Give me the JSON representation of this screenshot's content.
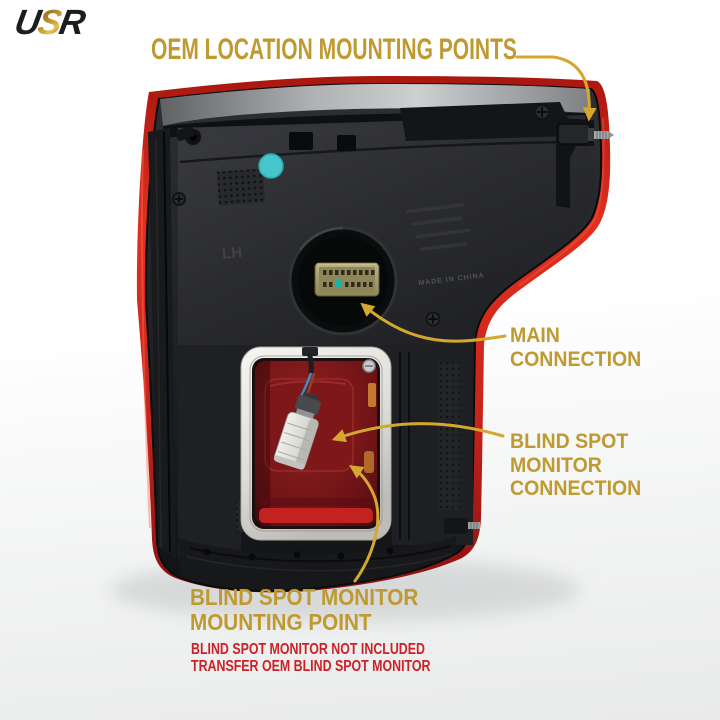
{
  "header": {
    "brand_letters": [
      {
        "char": "U",
        "color": "#1d1d1f"
      },
      {
        "char": "S",
        "color": "#ab8326"
      },
      {
        "char": "R",
        "color": "#1d1d1f"
      }
    ]
  },
  "callouts": {
    "oem_mounting": {
      "label": "OEM LOCATION MOUNTING POINTS",
      "color": "#bf9a31"
    },
    "main_connection": {
      "lines": [
        "MAIN",
        "CONNECTION"
      ],
      "color": "#bf9a31"
    },
    "blind_spot_connection": {
      "lines": [
        "BLIND SPOT",
        "MONITOR",
        "CONNECTION"
      ],
      "color": "#bf9a31"
    },
    "blind_spot_mounting": {
      "lines": [
        "BLIND SPOT MONITOR",
        "MOUNTING POINT"
      ],
      "color": "#bf9a31"
    },
    "disclaimer": {
      "lines": [
        "BLIND SPOT MONITOR NOT INCLUDED",
        "TRANSFER OEM BLIND SPOT MONITOR"
      ],
      "color": "#cb2127"
    }
  },
  "part_markings": {
    "side": "LH",
    "origin": "MADE IN CHINA"
  },
  "colors": {
    "accent_gold": "#bf9a31",
    "arrow_gold": "#d4a72f",
    "warning_red": "#cb2127",
    "lens_red": "#d8281b",
    "teal_dot": "#46c6cb",
    "housing_black": "#1a1b1d"
  }
}
